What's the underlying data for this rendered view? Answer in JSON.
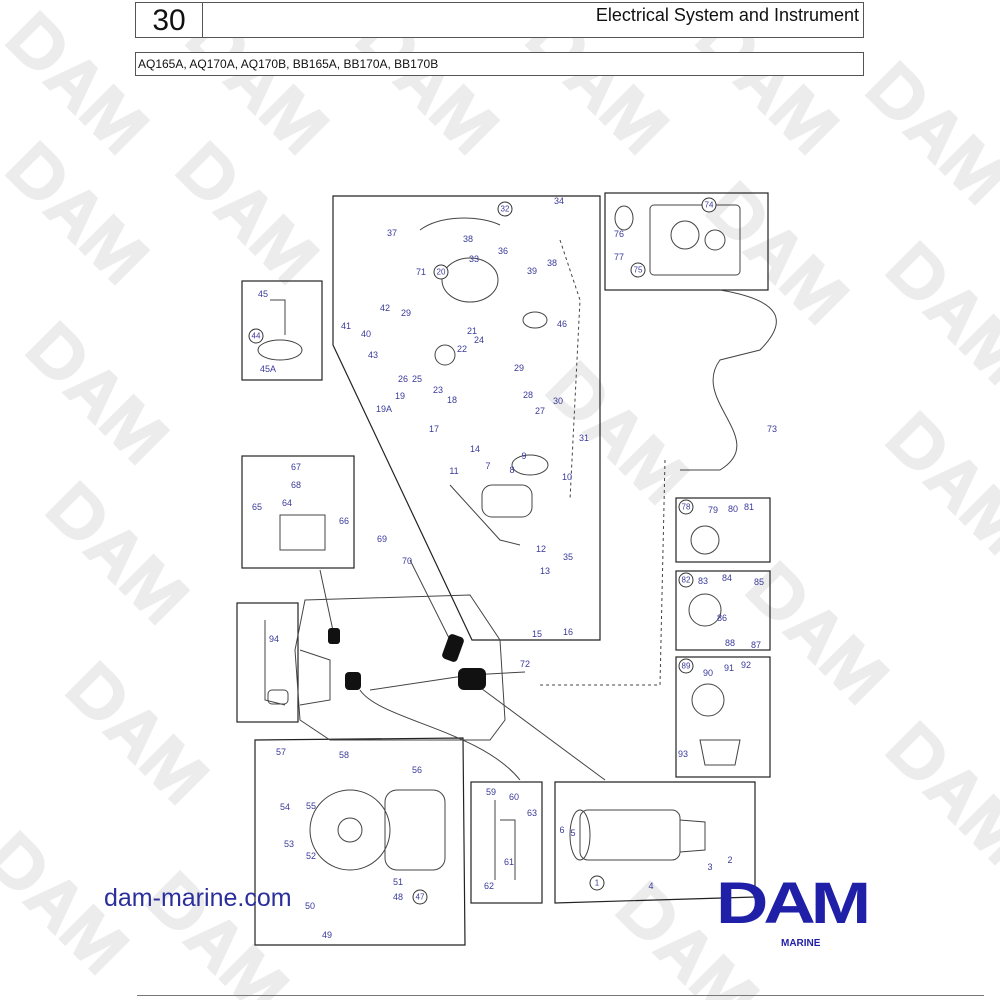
{
  "header": {
    "section_number": "30",
    "title": "Electrical System and Instrument"
  },
  "models": "AQ165A, AQ170A, AQ170B, BB165A, BB170A, BB170B",
  "watermark": "DAM",
  "footer": {
    "website": "dam-marine.com",
    "logo": "DAM",
    "logo_sub": "MARINE"
  },
  "colors": {
    "callout": "#3a3a9a",
    "brand": "#1f1fa8"
  },
  "callouts": [
    "34",
    "37",
    "38",
    "36",
    "33",
    "38",
    "71",
    "39",
    "45",
    "42",
    "41",
    "29",
    "21",
    "46",
    "40",
    "24",
    "22",
    "43",
    "26",
    "25",
    "23",
    "29",
    "45A",
    "28",
    "19",
    "18",
    "19A",
    "27",
    "30",
    "17",
    "31",
    "14",
    "9",
    "11",
    "7",
    "8",
    "10",
    "67",
    "68",
    "64",
    "65",
    "66",
    "69",
    "70",
    "12",
    "35",
    "13",
    "15",
    "16",
    "94",
    "72",
    "76",
    "77",
    "73",
    "79",
    "80",
    "81",
    "83",
    "84",
    "85",
    "86",
    "88",
    "87",
    "90",
    "91",
    "92",
    "93",
    "57",
    "58",
    "56",
    "54",
    "55",
    "53",
    "52",
    "51",
    "48",
    "50",
    "49",
    "59",
    "60",
    "63",
    "61",
    "62",
    "6",
    "5",
    "3",
    "2",
    "4"
  ],
  "circled_callouts": [
    "32",
    "20",
    "44",
    "74",
    "75",
    "78",
    "82",
    "89",
    "47",
    "1"
  ]
}
